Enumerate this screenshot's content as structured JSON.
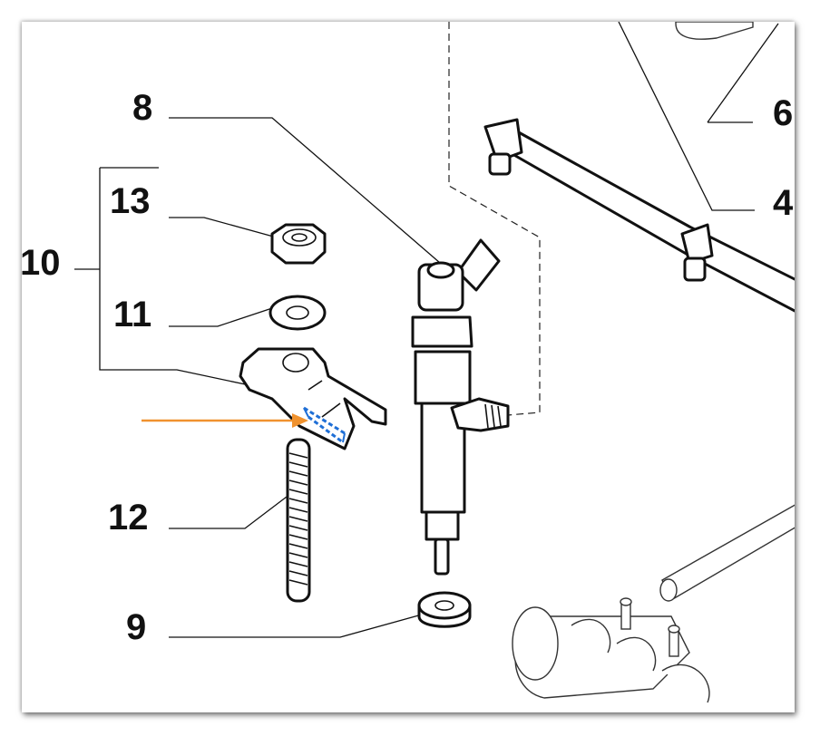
{
  "labels": {
    "l8": "8",
    "l6": "6",
    "l13": "13",
    "l10": "10",
    "l4": "4",
    "l11": "11",
    "l12": "12",
    "l9": "9"
  },
  "colors": {
    "arrow": "#f0922e",
    "highlight": "#1f6fd6",
    "ink": "#111111"
  },
  "icons": {
    "callout_arrow": "orange-arrow-icon"
  }
}
